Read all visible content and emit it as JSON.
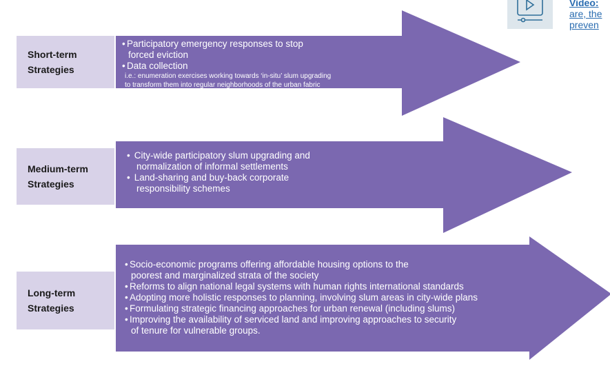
{
  "colors": {
    "arrow": "#7b68b0",
    "label_bg": "#d8d2e8",
    "link": "#2a6cb0"
  },
  "video_link": {
    "icon": "play-video-icon",
    "lines": [
      "Video:",
      "are, the",
      "preven"
    ]
  },
  "strategies": [
    {
      "label_line1": "Short-term",
      "label_line2": "Strategies",
      "bullets": [
        {
          "text": "Participatory emergency responses to stop",
          "cont": "forced eviction"
        },
        {
          "text": "Data collection",
          "sub1": "i.e.: enumeration exercises working towards ‘in-situ’ slum upgrading",
          "sub2": "to transform them into regular neighborhoods of the urban fabric"
        }
      ]
    },
    {
      "label_line1": "Medium-term",
      "label_line2": "Strategies",
      "bullets": [
        {
          "text": "City-wide participatory slum upgrading and",
          "cont": "normalization of informal settlements"
        },
        {
          "text": "Land-sharing and buy-back corporate",
          "cont": "responsibility schemes"
        }
      ]
    },
    {
      "label_line1": "Long-term",
      "label_line2": "Strategies",
      "bullets": [
        {
          "text": "Socio-economic programs offering affordable housing options to the",
          "cont": "poorest and marginalized strata of the society"
        },
        {
          "text": "Reforms to align national legal systems with human rights international standards"
        },
        {
          "text": "Adopting more holistic responses to planning, involving slum areas in city-wide plans"
        },
        {
          "text": "Formulating strategic financing approaches for urban renewal (including slums)"
        },
        {
          "text": "Improving the availability of serviced land and improving approaches to security",
          "cont": "of tenure for vulnerable groups."
        }
      ]
    }
  ]
}
